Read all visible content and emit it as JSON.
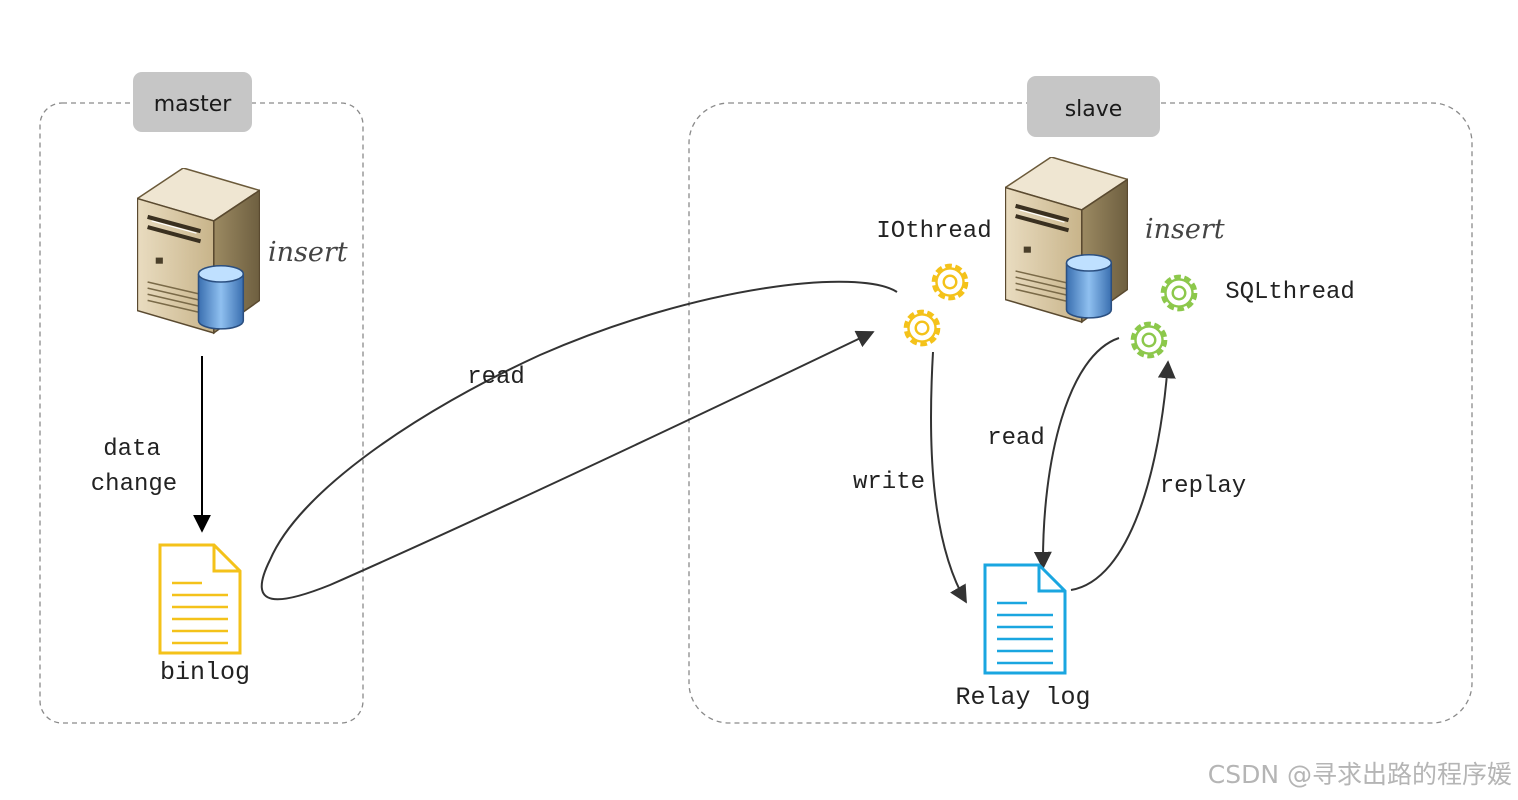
{
  "master": {
    "label": "master",
    "insert": "insert",
    "arrow_label_line1": "data",
    "arrow_label_line2": "change",
    "binlog": "binlog"
  },
  "slave": {
    "label": "slave",
    "insert": "insert",
    "io_thread": "IOthread",
    "sql_thread": "SQLthread",
    "write": "write",
    "read": "read",
    "replay": "replay",
    "relay_log": "Relay log"
  },
  "cross": {
    "read": "read"
  },
  "colors": {
    "binlog_doc": "#f4c21a",
    "relay_doc": "#1aa6e0",
    "io_gear": "#f4c21a",
    "sql_gear": "#8cc84b",
    "container_border": "#8a8a8a",
    "pill": "#c6c6c6",
    "arrow": "#333333"
  },
  "watermark": "CSDN @寻求出路的程序媛"
}
